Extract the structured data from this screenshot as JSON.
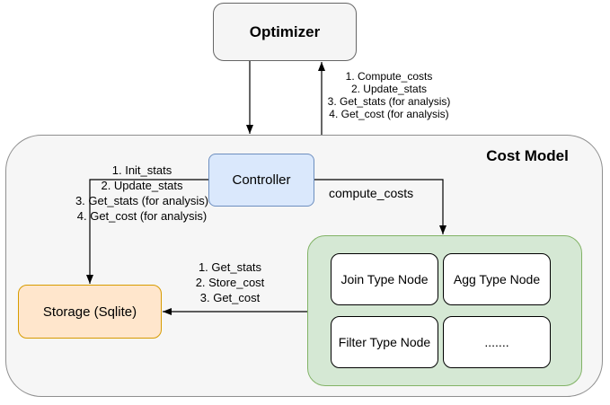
{
  "title": "Cost Model",
  "optimizer": {
    "label": "Optimizer"
  },
  "controller": {
    "label": "Controller"
  },
  "storage": {
    "label": "Storage (Sqlite)"
  },
  "node_grid": {
    "join": "Join Type Node",
    "agg": "Agg Type Node",
    "filter": "Filter Type Node",
    "more": "......."
  },
  "edge_labels": {
    "optimizer_costmodel": [
      "1. Compute_costs",
      "2. Update_stats",
      "3. Get_stats (for analysis)",
      "4. Get_cost (for analysis)"
    ],
    "controller_storage": [
      "1. Init_stats",
      "2. Update_stats",
      "3. Get_stats (for analysis)",
      "4. Get_cost (for analysis)"
    ],
    "controller_nodes": "compute_costs",
    "nodes_storage": [
      "1. Get_stats",
      "2. Store_cost",
      "3. Get_cost"
    ]
  },
  "colors": {
    "optimizer_fill": "#f5f5f5",
    "optimizer_stroke": "#666666",
    "controller_fill": "#dae8fc",
    "controller_stroke": "#6c8ebf",
    "storage_fill": "#ffe6cc",
    "storage_stroke": "#d79b00",
    "node_group_fill": "#d5e8d4",
    "node_group_stroke": "#82b366",
    "container_fill": "#f6f6f6",
    "container_stroke": "#8f8f8f",
    "type_node_fill": "#ffffff",
    "type_node_stroke": "#000000",
    "edge_stroke": "#000000"
  }
}
